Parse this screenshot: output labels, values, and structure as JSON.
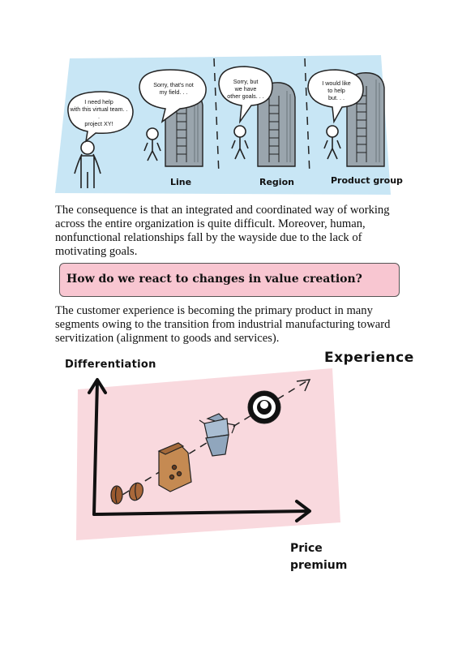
{
  "top_illustration": {
    "bubble_1": [
      "I need help",
      "with this virtual team. . .",
      "project XY!"
    ],
    "bubble_2": [
      "Sorry, that's not",
      "my field. . ."
    ],
    "bubble_3": [
      "Sorry, but",
      "we have",
      "other goals. . ."
    ],
    "bubble_4": [
      "I would like",
      "to help",
      "but. . ."
    ],
    "labels": [
      "Line",
      "Region",
      "Product group"
    ]
  },
  "paragraph_1": "The consequence is that an integrated and coordinated way of working across the entire organization is quite difficult. Moreover, human, nonfunctional relationships fall by the wayside due to the lack of motivating goals.",
  "callout_heading": "How do we react to changes in value creation?",
  "paragraph_2": "The customer experience is becoming the primary product in many segments owing to the transition from industrial manufacturing toward servitization (alignment to goods and services).",
  "bottom_illustration": {
    "y_axis_label": "Differentiation",
    "x_axis_label": [
      "Price",
      "premium"
    ],
    "experience_label": "Experience"
  }
}
